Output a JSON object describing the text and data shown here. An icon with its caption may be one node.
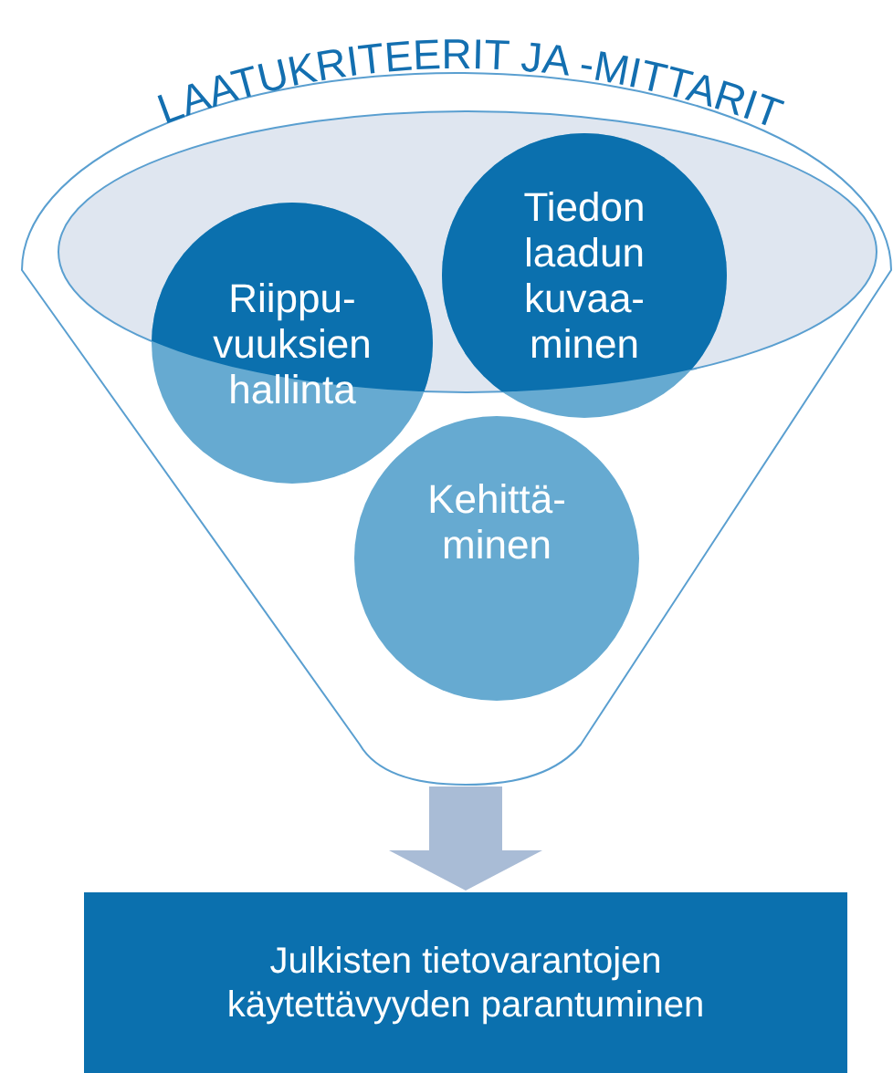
{
  "diagram": {
    "nodes": [
      {
        "text": [
          "LAATUKRITEERIT JA -MITTARIT"
        ]
      },
      {
        "text": [
          "Riippu- vuuksien hallinta"
        ],
        "in": 0
      },
      {
        "text": [
          "Tiedon laadun kuvaa- minen"
        ],
        "in": 0
      },
      {
        "text": [
          "Kehittä- minen"
        ],
        "in": 0
      },
      {
        "text": [
          "Julkisten tietovarantojen käytettävyyden parantuminen"
        ]
      }
    ],
    "edges": [
      {
        "from": 0,
        "to": 4,
        "arrow": "to"
      }
    ]
  }
}
